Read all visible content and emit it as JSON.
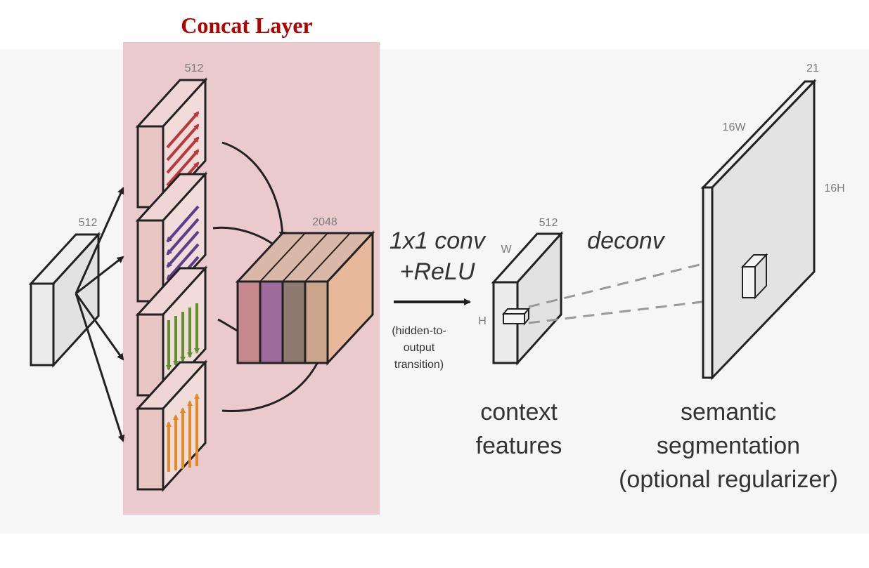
{
  "title": "Concat Layer",
  "colors": {
    "title": "#b00000",
    "concat_bg": "#eacacc",
    "red_arrows": "#b83a3a",
    "purple_arrows": "#5a3d8c",
    "green_arrows": "#5f8f2e",
    "orange_arrows": "#e08a2a"
  },
  "labels": {
    "input_dim": "512",
    "stack_dim": "512",
    "concat_dim": "2048",
    "conv_line1": "1x1 conv",
    "conv_line2": "+ReLU",
    "transition_line1": "(hidden-to-",
    "transition_line2": "output",
    "transition_line3": "transition)",
    "context_dim": "512",
    "context_w": "W",
    "context_h": "H",
    "deconv": "deconv",
    "output_dim": "21",
    "output_w": "16W",
    "output_h": "16H",
    "context_caption_1": "context",
    "context_caption_2": "features",
    "seg_caption_1": "semantic",
    "seg_caption_2": "segmentation",
    "seg_caption_3": "(optional regularizer)"
  },
  "direction_blocks": [
    {
      "name": "up-right",
      "arrow_color": "red"
    },
    {
      "name": "down-left",
      "arrow_color": "purple"
    },
    {
      "name": "down",
      "arrow_color": "green"
    },
    {
      "name": "up",
      "arrow_color": "orange"
    }
  ]
}
